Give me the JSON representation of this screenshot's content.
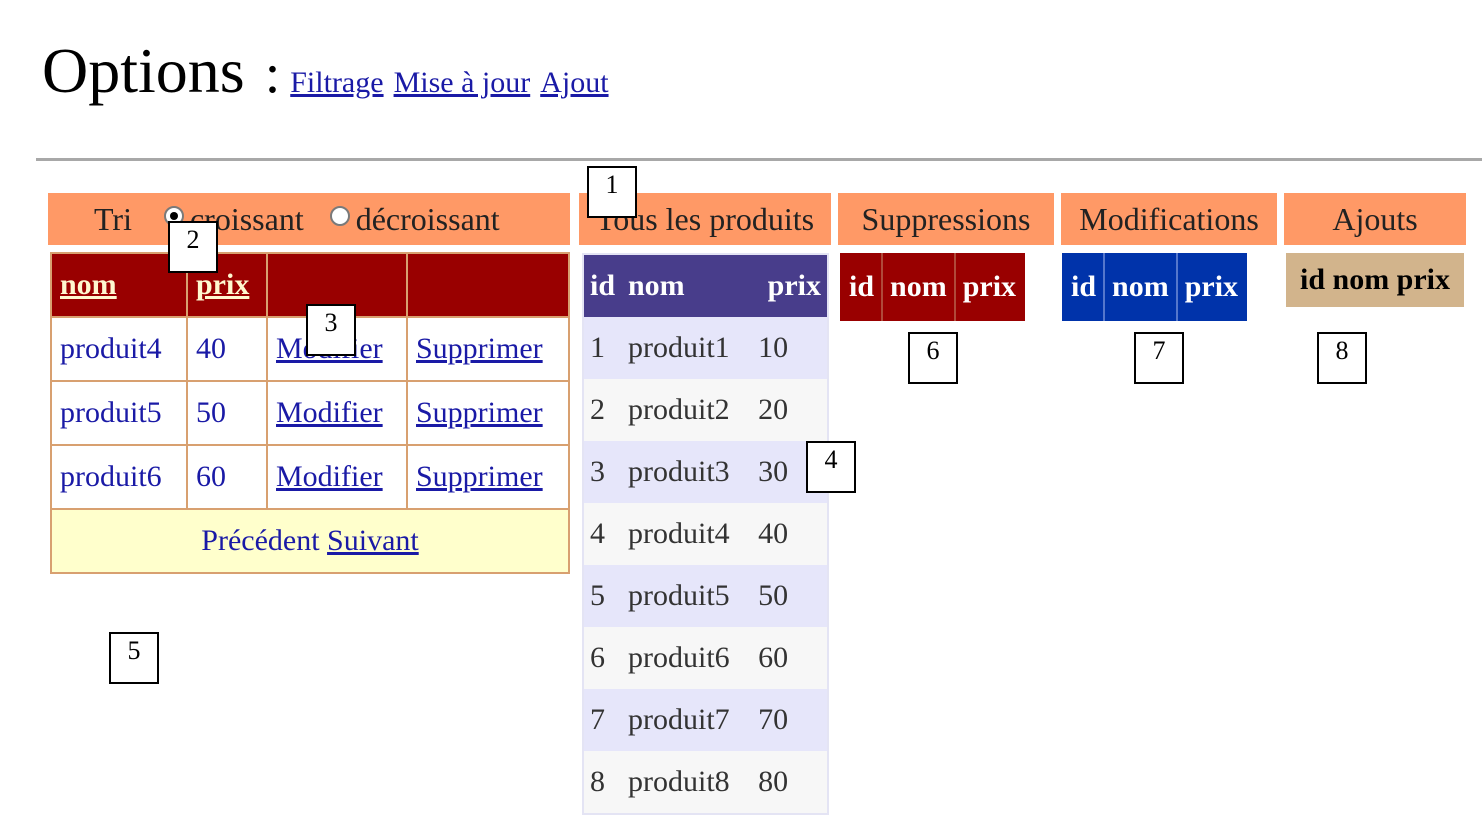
{
  "header": {
    "title": "Options",
    "colon": ":",
    "links": [
      "Filtrage",
      "Mise à jour",
      "Ajout"
    ]
  },
  "tri": {
    "label": "Tri",
    "options": [
      "croissant",
      "décroissant"
    ],
    "selected": "croissant"
  },
  "sections": {
    "tous": "Tous les produits",
    "suppressions": "Suppressions",
    "modifications": "Modifications",
    "ajouts": "Ajouts"
  },
  "left_table": {
    "columns": [
      "nom",
      "prix"
    ],
    "rows": [
      {
        "nom": "produit4",
        "prix": "40",
        "modifier": "Modifier",
        "supprimer": "Supprimer"
      },
      {
        "nom": "produit5",
        "prix": "50",
        "modifier": "Modifier",
        "supprimer": "Supprimer"
      },
      {
        "nom": "produit6",
        "prix": "60",
        "modifier": "Modifier",
        "supprimer": "Supprimer"
      }
    ],
    "pager": {
      "previous": "Précédent",
      "next": "Suivant"
    }
  },
  "all_products": {
    "columns": [
      "id",
      "nom",
      "prix"
    ],
    "rows": [
      [
        "1",
        "produit1",
        "10"
      ],
      [
        "2",
        "produit2",
        "20"
      ],
      [
        "3",
        "produit3",
        "30"
      ],
      [
        "4",
        "produit4",
        "40"
      ],
      [
        "5",
        "produit5",
        "50"
      ],
      [
        "6",
        "produit6",
        "60"
      ],
      [
        "7",
        "produit7",
        "70"
      ],
      [
        "8",
        "produit8",
        "80"
      ]
    ]
  },
  "suppressions_table": {
    "columns": [
      "id",
      "nom",
      "prix"
    ]
  },
  "modifications_table": {
    "columns": [
      "id",
      "nom",
      "prix"
    ]
  },
  "ajouts_table": {
    "header": "id nom prix"
  },
  "callouts": [
    "1",
    "2",
    "3",
    "4",
    "5",
    "6",
    "7",
    "8"
  ],
  "colors": {
    "section_header": "#ff9966",
    "left_header": "#990000",
    "pager_bg": "#ffffcc",
    "all_products_header": "#483d8b",
    "all_products_row_odd": "#e6e6fa",
    "suppressions_header": "#990000",
    "modifications_header": "#0033aa",
    "ajouts_header": "#d2b48c",
    "link": "#1a1aa6"
  }
}
